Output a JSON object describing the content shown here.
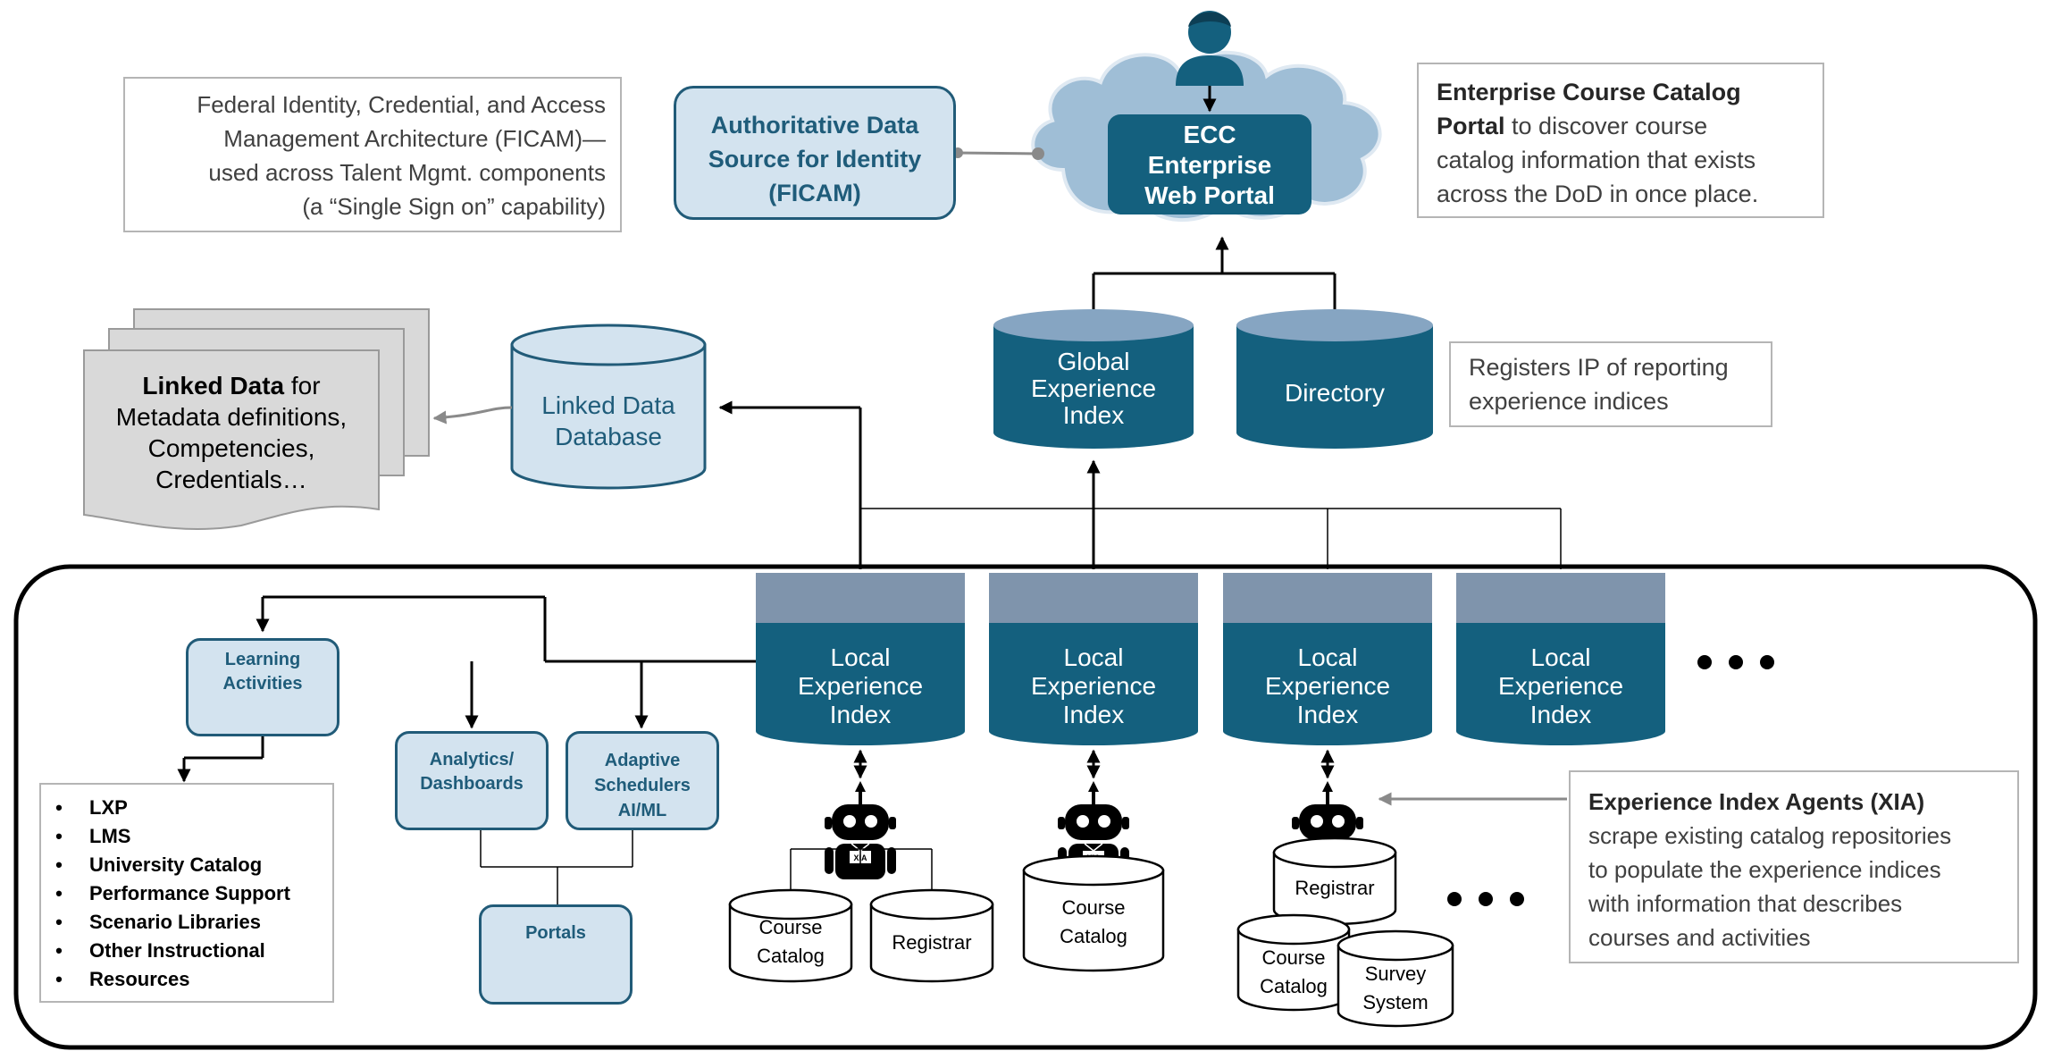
{
  "ficam_note": {
    "line1": "Federal Identity, Credential, and Access",
    "line2": "Management Architecture (FICAM)—",
    "line3": "used across Talent Mgmt. components",
    "line4": "(a “Single Sign on” capability)"
  },
  "auth_source": {
    "line1": "Authoritative Data",
    "line2": "Source for Identity",
    "line3": "(FICAM)"
  },
  "ecc_portal": {
    "line1": "ECC",
    "line2": "Enterprise",
    "line3": "Web Portal"
  },
  "ecc_note": {
    "bold1": "Enterprise Course Catalog",
    "bold2": "Portal",
    "rest2": " to discover course",
    "line3": "catalog information that exists",
    "line4": "across the DoD in once place."
  },
  "linked_data_doc": {
    "bold": "Linked Data",
    "rest1": " for",
    "line2": "Metadata definitions,",
    "line3": "Competencies,",
    "line4": "Credentials…"
  },
  "linked_db": {
    "line1": "Linked Data",
    "line2": "Database"
  },
  "global_index": {
    "line1": "Global",
    "line2": "Experience",
    "line3": "Index"
  },
  "directory": {
    "label": "Directory"
  },
  "directory_note": {
    "line1": "Registers IP of reporting",
    "line2": "experience indices"
  },
  "local_index": {
    "line1": "Local",
    "line2": "Experience",
    "line3": "Index"
  },
  "learning_activities": {
    "line1": "Learning",
    "line2": "Activities"
  },
  "analytics": {
    "line1": "Analytics/",
    "line2": "Dashboards"
  },
  "adaptive": {
    "line1": "Adaptive",
    "line2": "Schedulers",
    "line3": "AI/ML"
  },
  "portals": {
    "label": "Portals"
  },
  "resources_list": [
    "LXP",
    "LMS",
    "University Catalog",
    "Performance Support",
    "Scenario Libraries",
    "Other Instructional",
    "Resources"
  ],
  "xia_badge": "XIA",
  "repos": {
    "course_catalog_1": "Course",
    "course_catalog_2": "Catalog",
    "registrar": "Registrar",
    "survey_1": "Survey",
    "survey_2": "System"
  },
  "xia_note": {
    "title": "Experience Index Agents (XIA)",
    "line2": "scrape existing catalog repositories",
    "line3": "to populate the experience indices",
    "line4": "with information that describes",
    "line5": "courses and activities"
  },
  "colors": {
    "dark_teal": "#14607e",
    "light_blue": "#d3e3ef",
    "cloud": "#9fbed6",
    "header_gray": "#7f94ac",
    "doc_gray": "#d9d9d9"
  }
}
